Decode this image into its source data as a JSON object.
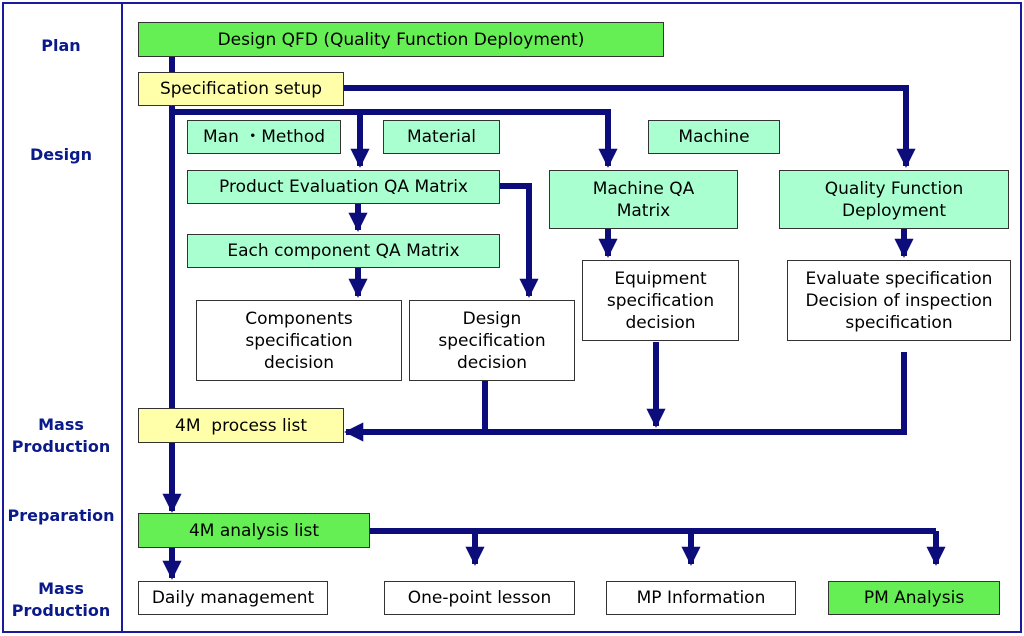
{
  "stages": {
    "plan": "Plan",
    "design": "Design",
    "mass_production_1": [
      "Mass",
      "Production"
    ],
    "preparation": "Preparation",
    "mass_production_2": [
      "Mass",
      "Production"
    ]
  },
  "boxes": {
    "design_qfd": "Design QFD (Quality Function Deployment)",
    "spec_setup": "Specification setup",
    "man_method": "Man ・Method",
    "material": "Material",
    "machine": "Machine",
    "product_eval": "Product Evaluation QA Matrix",
    "each_component": "Each component QA Matrix",
    "machine_qa": [
      "Machine QA",
      "Matrix"
    ],
    "qfd": [
      "Quality Function",
      "Deployment"
    ],
    "equipment_spec": [
      "Equipment",
      "specification",
      "decision"
    ],
    "eval_spec": [
      "Evaluate specification",
      "Decision of inspection",
      "specification"
    ],
    "components_spec": [
      "Components",
      "specification",
      "decision"
    ],
    "design_spec": [
      "Design",
      "specification",
      "decision"
    ],
    "process_list": "4M  process list",
    "analysis_list": "4M analysis list",
    "daily": "Daily management",
    "one_point": "One-point lesson",
    "mp_info": "MP Information",
    "pm_analysis": "PM Analysis"
  },
  "colors": {
    "frame": "#1a1aa0",
    "arrow": "#0c0c7a",
    "stage_text": "#0a1a8a",
    "green": "#66ee55",
    "mint": "#aaffd0",
    "yellow": "#ffffaa"
  }
}
